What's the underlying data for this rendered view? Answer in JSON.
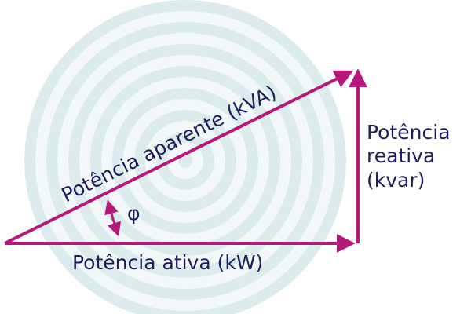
{
  "labels": {
    "apparent": "Potência aparente (kVA)",
    "active": "Potência ativa (kW)",
    "reactive_line1": "Potência",
    "reactive_line2": "reativa",
    "reactive_line3": "(kvar)",
    "angle": "φ"
  },
  "colors": {
    "arrow": "#b5177a",
    "text": "#1c1c5c",
    "ring_dark": "#dcecec",
    "ring_light": "#f2f8f8"
  }
}
